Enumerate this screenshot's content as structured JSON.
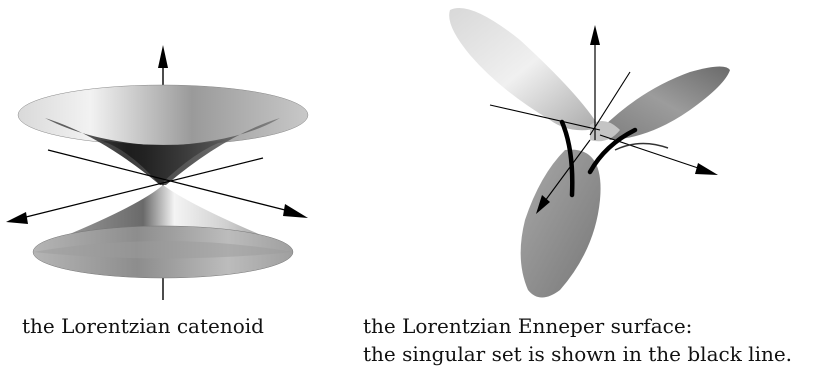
{
  "figures": [
    {
      "caption_lines": [
        "the Lorentzian catenoid"
      ]
    },
    {
      "caption_lines": [
        "the Lorentzian Enneper surface:",
        "the singular set is shown in the black line."
      ]
    }
  ]
}
